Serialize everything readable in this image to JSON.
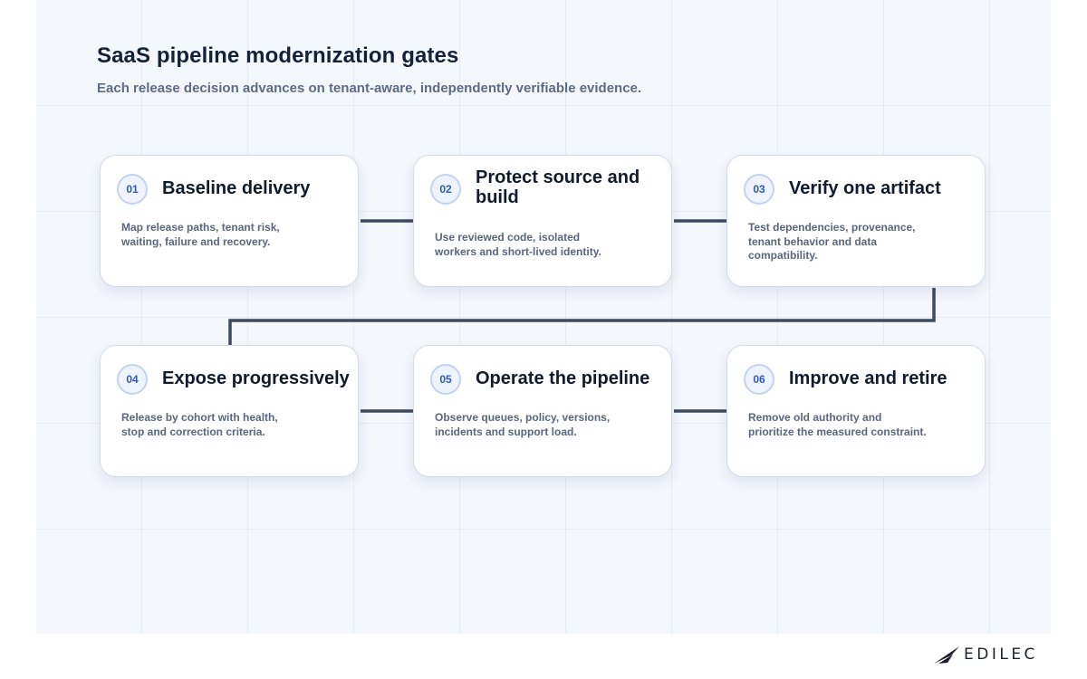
{
  "header": {
    "title": "SaaS pipeline modernization gates",
    "subtitle": "Each release decision advances on tenant-aware, independently verifiable evidence."
  },
  "gates": [
    {
      "number": "01",
      "title": "Baseline delivery",
      "description": "Map release paths, tenant risk, waiting, failure and recovery."
    },
    {
      "number": "02",
      "title": "Protect source and build",
      "description": "Use reviewed code, isolated workers and short-lived identity."
    },
    {
      "number": "03",
      "title": "Verify one artifact",
      "description": "Test dependencies, provenance, tenant behavior and data compatibility."
    },
    {
      "number": "04",
      "title": "Expose progressively",
      "description": "Release by cohort with health, stop and correction criteria."
    },
    {
      "number": "05",
      "title": "Operate the pipeline",
      "description": "Observe queues, policy, versions, incidents and support load."
    },
    {
      "number": "06",
      "title": "Improve and retire",
      "description": "Remove old authority and prioritize the measured constraint."
    }
  ],
  "brand": {
    "logo_text": "EDILEC",
    "icon": "edilec-arrow-logo-icon"
  },
  "colors": {
    "connector": "#3d4a5e",
    "badge_text": "#2f5bb3",
    "title_text": "#14213a",
    "background": "#f4f7fc"
  }
}
